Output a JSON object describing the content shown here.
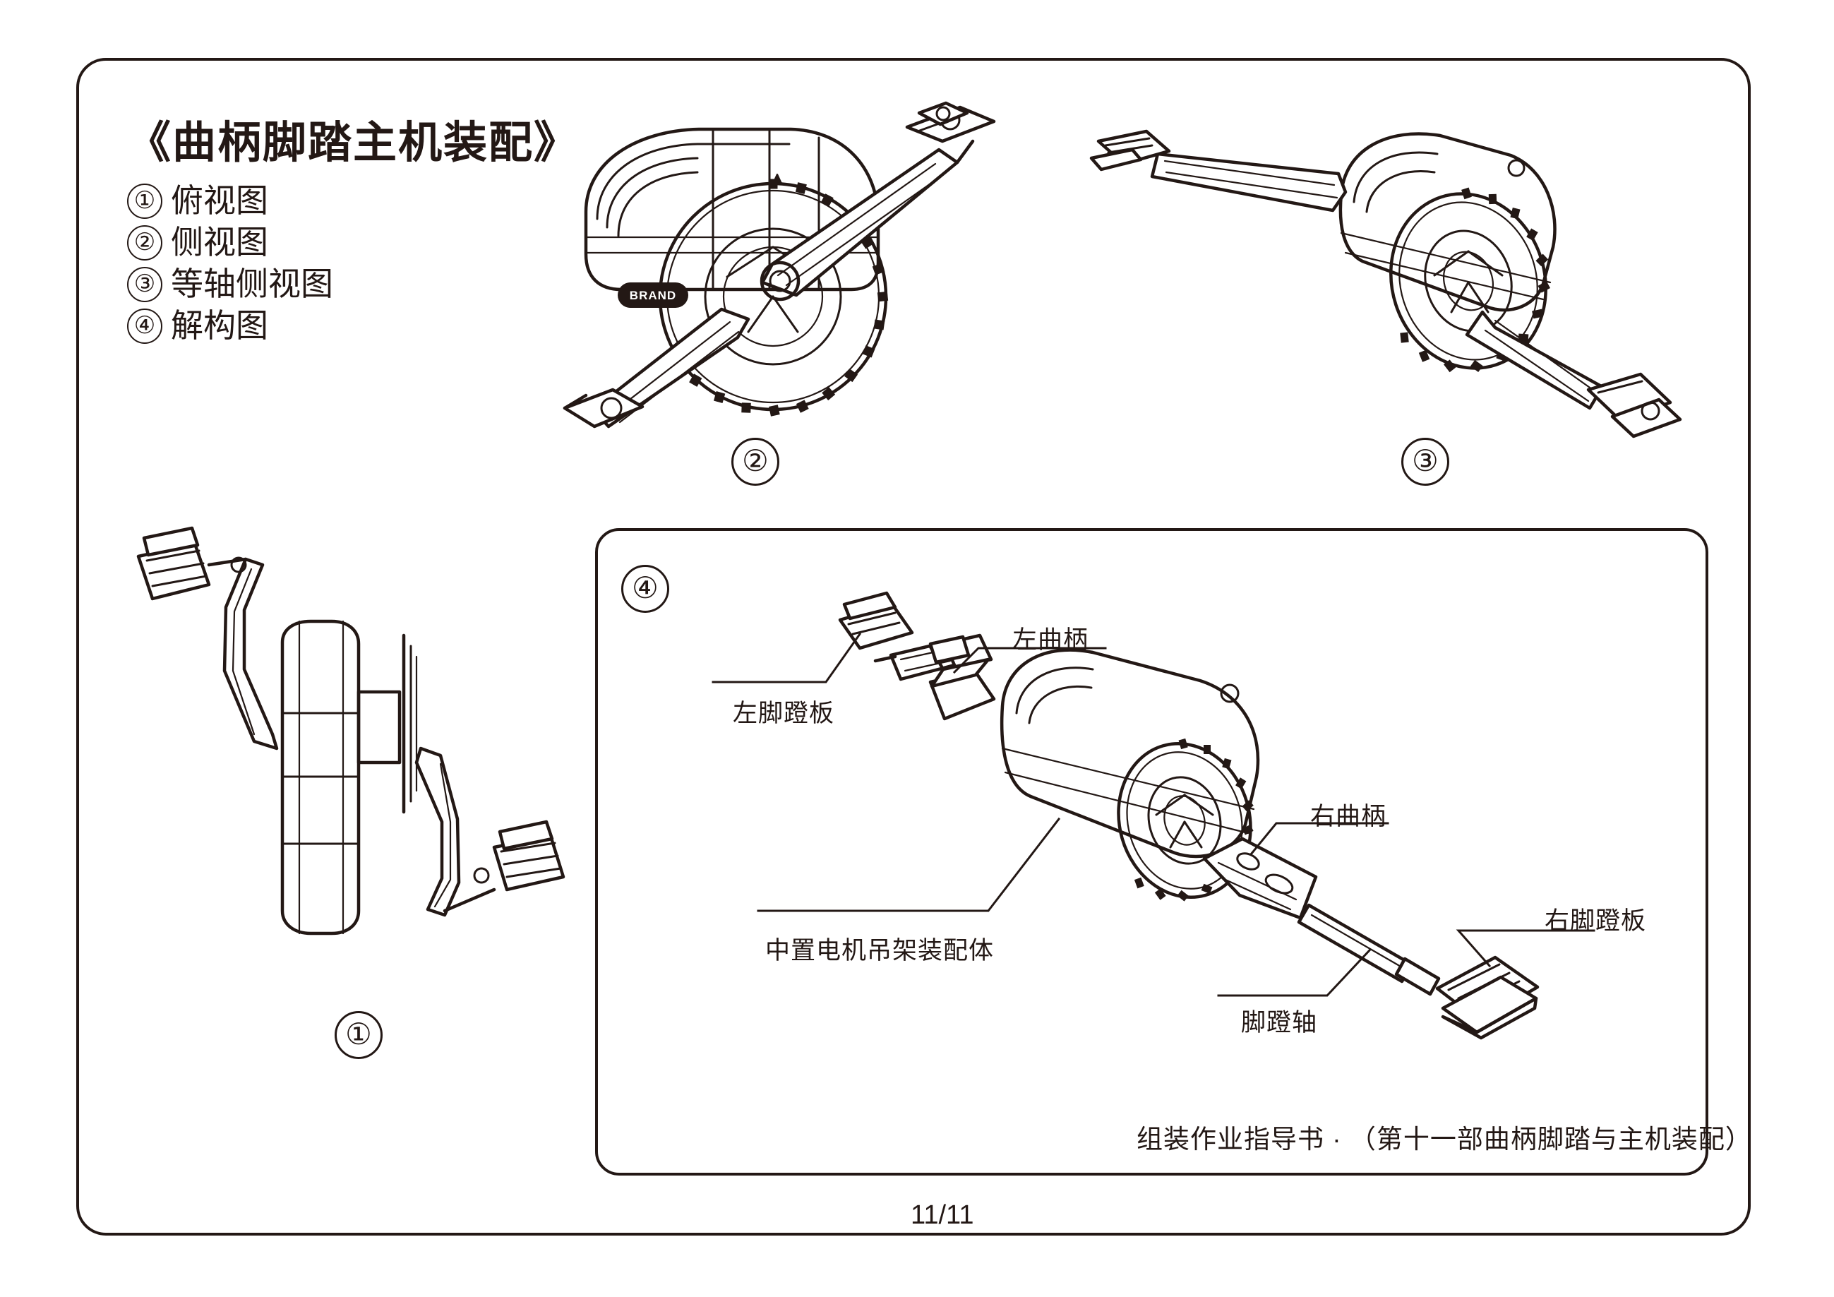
{
  "document": {
    "title": "《曲柄脚踏主机装配》",
    "page_number": "11/11",
    "footer_note": "组装作业指导书 · （第十一部曲柄脚踏与主机装配）",
    "brand_mark": "BRAND"
  },
  "view_list": [
    {
      "num": "①",
      "label": "俯视图"
    },
    {
      "num": "②",
      "label": "侧视图"
    },
    {
      "num": "③",
      "label": "等轴侧视图"
    },
    {
      "num": "④",
      "label": "解构图"
    }
  ],
  "view_markers": {
    "top_view": "①",
    "side_view": "②",
    "isometric_view": "③",
    "exploded_view": "④"
  },
  "callouts": [
    {
      "id": "left-crank",
      "label": "左曲柄"
    },
    {
      "id": "left-pedal",
      "label": "左脚蹬板"
    },
    {
      "id": "right-crank",
      "label": "右曲柄"
    },
    {
      "id": "motor-bracket-assembly",
      "label": "中置电机吊架装配体"
    },
    {
      "id": "pedal-spindle",
      "label": "脚蹬轴"
    },
    {
      "id": "right-pedal",
      "label": "右脚蹬板"
    }
  ],
  "colors": {
    "ink": "#231815",
    "paper": "#ffffff"
  }
}
